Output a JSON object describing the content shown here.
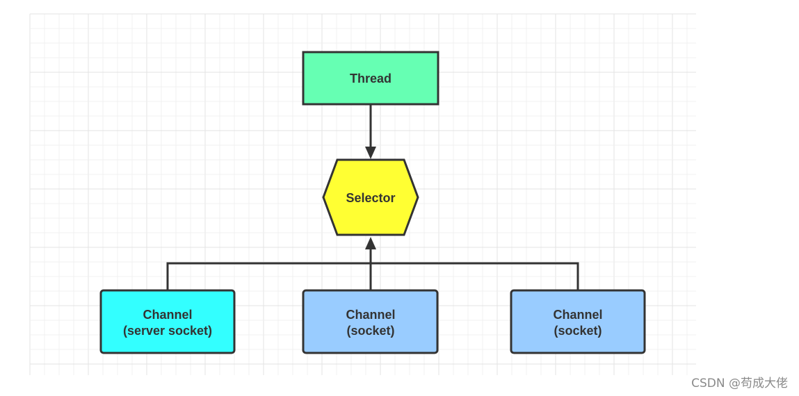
{
  "nodes": {
    "thread": {
      "label": "Thread",
      "fill": "#66ffb3"
    },
    "selector": {
      "label": "Selector",
      "fill": "#ffff33"
    },
    "channel_server": {
      "line1": "Channel",
      "line2": "(server socket)",
      "fill": "#33ffff"
    },
    "channel_socket_1": {
      "line1": "Channel",
      "line2": "(socket)",
      "fill": "#99ccff"
    },
    "channel_socket_2": {
      "line1": "Channel",
      "line2": "(socket)",
      "fill": "#99ccff"
    }
  },
  "colors": {
    "stroke": "#333333",
    "grid_minor": "#f0f0f0",
    "grid_major": "#e3e3e3"
  },
  "watermark": "CSDN @苟成大佬"
}
